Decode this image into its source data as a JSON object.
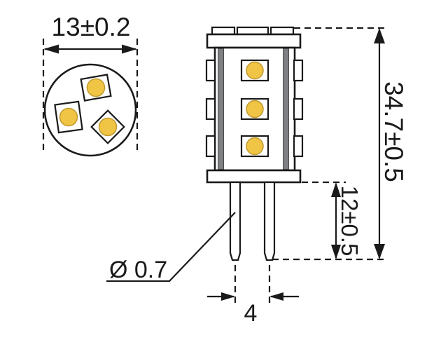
{
  "drawing": {
    "type": "technical-dimension-drawing",
    "views": {
      "top_view_leds": 3,
      "side_view_front_leds": 3,
      "side_view_side_leds": 3,
      "side_view_top_leds": 3,
      "pins": 2
    }
  },
  "dimensions": {
    "head_diameter": "13±0.2",
    "overall_height": "34.7±0.5",
    "pin_length": "12±0.5",
    "pin_diameter": "Ø 0.7",
    "pin_pitch": "4"
  },
  "colors": {
    "line": "#1a1a1a",
    "led_yellow": "#f0c445",
    "led_yellow_border": "#bf992d",
    "pcb_strip": "#7e8083",
    "background": "#ffffff"
  }
}
